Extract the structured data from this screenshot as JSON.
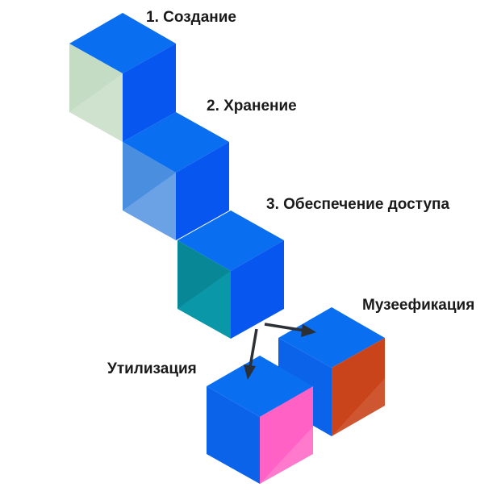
{
  "colors": {
    "cube_top": "#0a6ef0",
    "cube_right": "#0756f0",
    "cube_left_default": "#0b63ea",
    "stage1_accent": "#c5dcc4",
    "stage2_accent": "#4a8ee0",
    "stage3_accent": "#0a98a8",
    "disposal_accent": "#ff62c4",
    "museum_accent": "#c9441a",
    "arrow": "#2b2f36"
  },
  "labels": {
    "stage1": "1. Создание",
    "stage2": "2. Хранение",
    "stage3": "3. Обеспечение доступа",
    "disposal": "Утилизация",
    "museum": "Музеефикация"
  }
}
